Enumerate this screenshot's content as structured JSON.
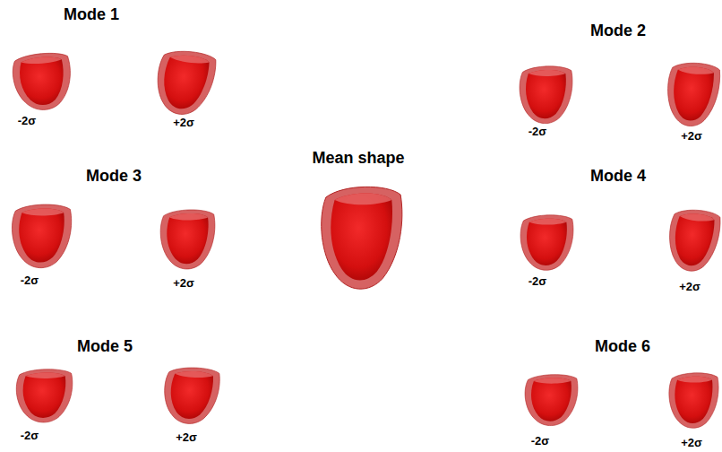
{
  "diagram": {
    "labels": [
      "Mode 1",
      "-2σ",
      "+2σ",
      "Mode 2",
      "-2σ",
      "+2σ",
      "Mode 3",
      "-2σ",
      "+2σ",
      "Mean shape",
      "Mode 4",
      "-2σ",
      "+2σ",
      "Mode 5",
      "-2σ",
      "+2σ",
      "Mode 6",
      "-2σ",
      "+2σ"
    ]
  }
}
